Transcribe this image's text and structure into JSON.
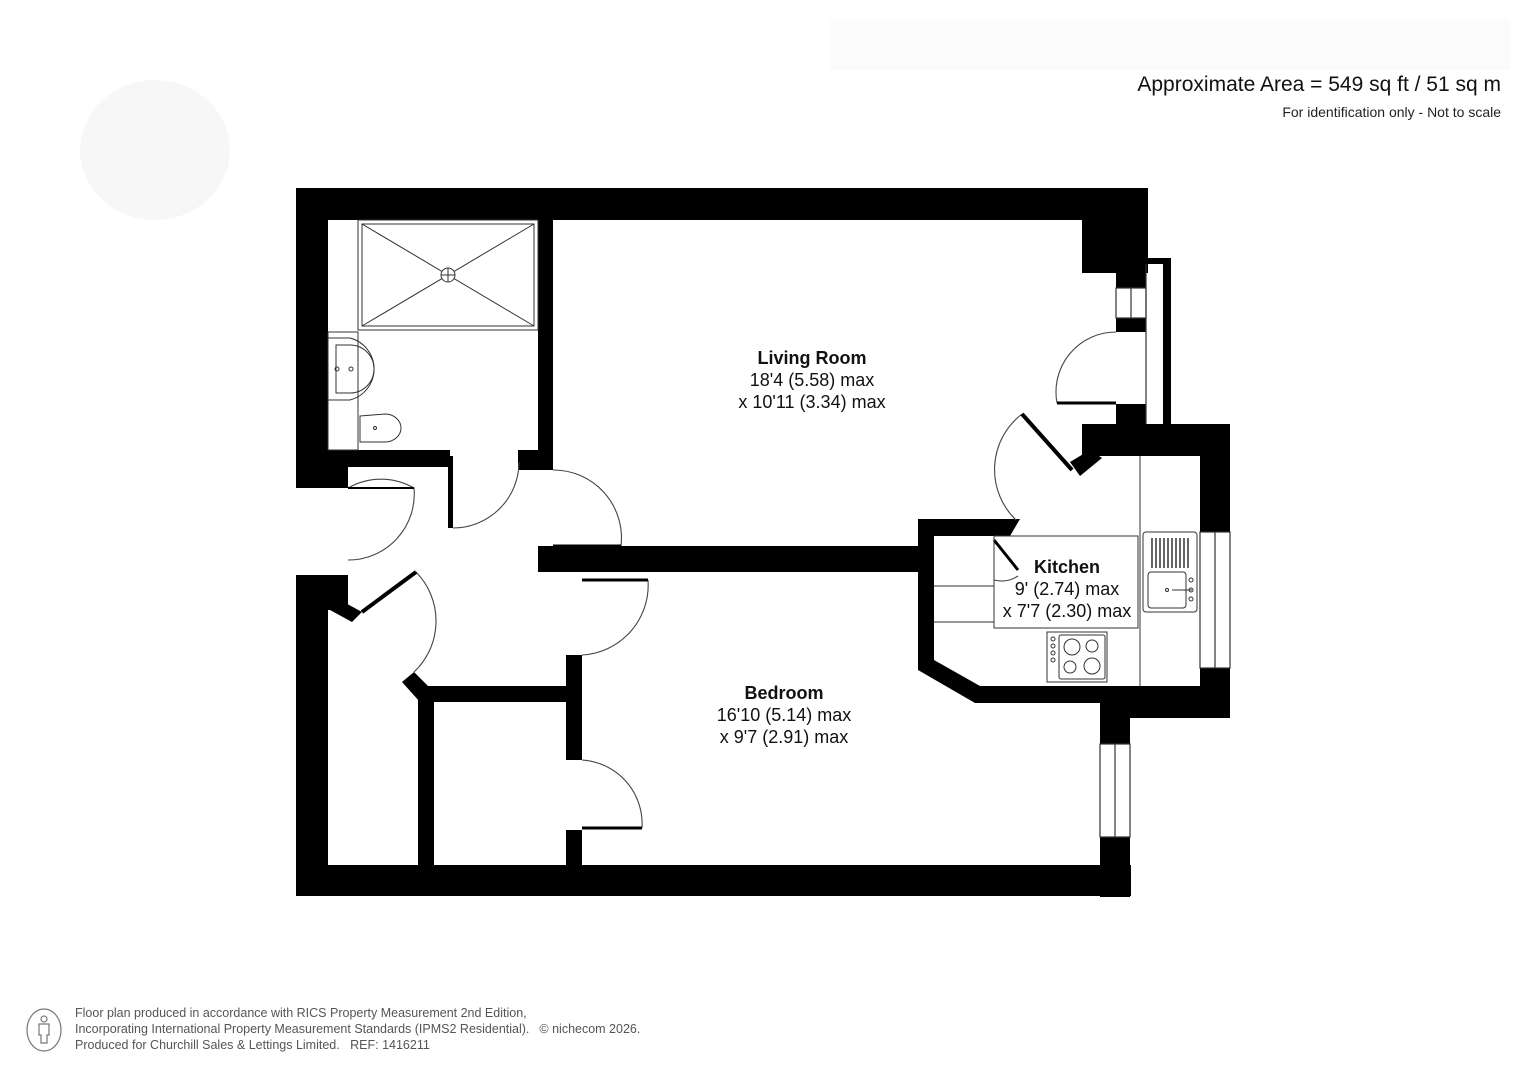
{
  "header": {
    "area_label": "Approximate Area = 549 sq ft / 51 sq m",
    "disclaimer": "For identification only - Not to scale"
  },
  "rooms": [
    {
      "name": "Living Room",
      "dim1": "18'4 (5.58) max",
      "dim2": "x 10'11 (3.34) max"
    },
    {
      "name": "Bedroom",
      "dim1": "16'10 (5.14) max",
      "dim2": "x 9'7 (2.91) max"
    },
    {
      "name": "Kitchen",
      "dim1": "9' (2.74) max",
      "dim2": "x 7'7 (2.30) max"
    }
  ],
  "fixtures": {
    "bathroom": [
      "shower-tray",
      "wash-basin",
      "toilet"
    ],
    "kitchen": [
      "sink-drainer",
      "hob-4-ring"
    ]
  },
  "footer": {
    "line1": "Floor plan produced in accordance with RICS Property Measurement 2nd Edition,",
    "line2": "Incorporating International Property Measurement Standards (IPMS2 Residential).",
    "copyright": "© nichecom 2026.",
    "line3": "Produced for Churchill Sales & Lettings Limited.   REF: 1416211"
  },
  "colors": {
    "wall": "#000000",
    "background": "#ffffff",
    "line": "#333333",
    "footer_text": "#555555"
  }
}
